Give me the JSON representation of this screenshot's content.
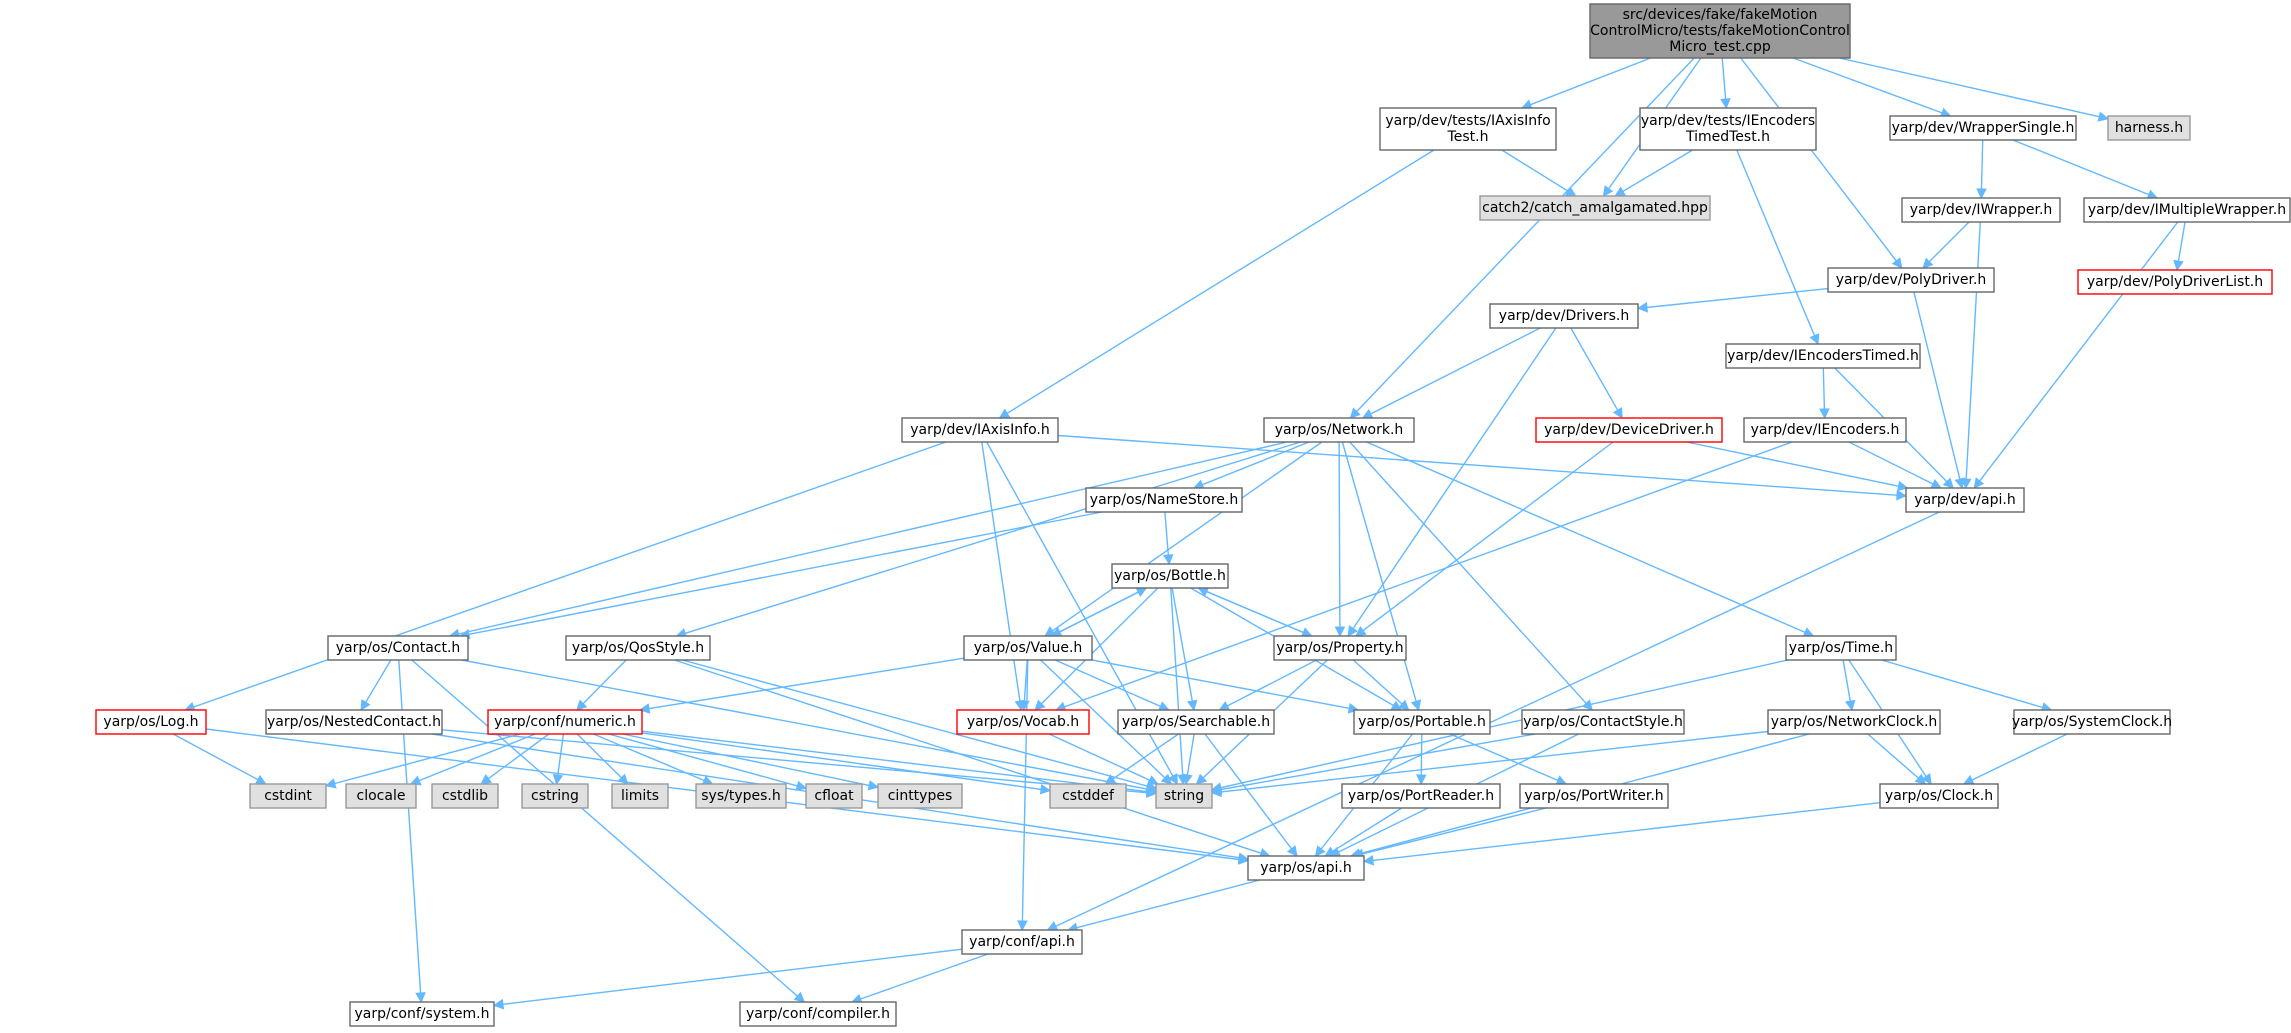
{
  "colors": {
    "root_fill": "#999999",
    "root_stroke": "#666666",
    "file_fill": "#ffffff",
    "file_stroke": "#666666",
    "error_fill": "#ffffff",
    "error_stroke": "#ff0000",
    "external_fill": "#e0e0e0",
    "external_stroke": "#999999",
    "edge": "#63b8ff",
    "text": "#000000"
  },
  "nodes": [
    {
      "id": "root",
      "kind": "root",
      "lines": [
        "src/devices/fake/fakeMotion",
        "ControlMicro/tests/fakeMotionControl",
        "Micro_test.cpp"
      ]
    },
    {
      "id": "iaxisinfo_test",
      "kind": "file",
      "lines": [
        "yarp/dev/tests/IAxisInfo",
        "Test.h"
      ]
    },
    {
      "id": "catch2",
      "kind": "external",
      "lines": [
        "catch2/catch_amalgamated.hpp"
      ]
    },
    {
      "id": "iencoderstimed_test",
      "kind": "file",
      "lines": [
        "yarp/dev/tests/IEncoders",
        "TimedTest.h"
      ]
    },
    {
      "id": "wrappersingle",
      "kind": "file",
      "lines": [
        "yarp/dev/WrapperSingle.h"
      ]
    },
    {
      "id": "harness",
      "kind": "external",
      "lines": [
        "harness.h"
      ]
    },
    {
      "id": "iwrapper",
      "kind": "file",
      "lines": [
        "yarp/dev/IWrapper.h"
      ]
    },
    {
      "id": "imultiplewrapper",
      "kind": "file",
      "lines": [
        "yarp/dev/IMultipleWrapper.h"
      ]
    },
    {
      "id": "polydriverlist",
      "kind": "error",
      "lines": [
        "yarp/dev/PolyDriverList.h"
      ]
    },
    {
      "id": "polydriver",
      "kind": "file",
      "lines": [
        "yarp/dev/PolyDriver.h"
      ]
    },
    {
      "id": "drivers",
      "kind": "file",
      "lines": [
        "yarp/dev/Drivers.h"
      ]
    },
    {
      "id": "iencoderstimed",
      "kind": "file",
      "lines": [
        "yarp/dev/IEncodersTimed.h"
      ]
    },
    {
      "id": "iaxisinfo",
      "kind": "file",
      "lines": [
        "yarp/dev/IAxisInfo.h"
      ]
    },
    {
      "id": "network",
      "kind": "file",
      "lines": [
        "yarp/os/Network.h"
      ]
    },
    {
      "id": "devicedriver",
      "kind": "error",
      "lines": [
        "yarp/dev/DeviceDriver.h"
      ]
    },
    {
      "id": "iencoders",
      "kind": "file",
      "lines": [
        "yarp/dev/IEncoders.h"
      ]
    },
    {
      "id": "devapi",
      "kind": "file",
      "lines": [
        "yarp/dev/api.h"
      ]
    },
    {
      "id": "namestore",
      "kind": "file",
      "lines": [
        "yarp/os/NameStore.h"
      ]
    },
    {
      "id": "bottle",
      "kind": "file",
      "lines": [
        "yarp/os/Bottle.h"
      ]
    },
    {
      "id": "contact",
      "kind": "file",
      "lines": [
        "yarp/os/Contact.h"
      ]
    },
    {
      "id": "qosstyle",
      "kind": "file",
      "lines": [
        "yarp/os/QosStyle.h"
      ]
    },
    {
      "id": "value",
      "kind": "file",
      "lines": [
        "yarp/os/Value.h"
      ]
    },
    {
      "id": "property",
      "kind": "file",
      "lines": [
        "yarp/os/Property.h"
      ]
    },
    {
      "id": "time",
      "kind": "file",
      "lines": [
        "yarp/os/Time.h"
      ]
    },
    {
      "id": "log",
      "kind": "error",
      "lines": [
        "yarp/os/Log.h"
      ]
    },
    {
      "id": "nestedcontact",
      "kind": "file",
      "lines": [
        "yarp/os/NestedContact.h"
      ]
    },
    {
      "id": "numeric",
      "kind": "error",
      "lines": [
        "yarp/conf/numeric.h"
      ]
    },
    {
      "id": "vocab",
      "kind": "error",
      "lines": [
        "yarp/os/Vocab.h"
      ]
    },
    {
      "id": "searchable",
      "kind": "file",
      "lines": [
        "yarp/os/Searchable.h"
      ]
    },
    {
      "id": "portable",
      "kind": "file",
      "lines": [
        "yarp/os/Portable.h"
      ]
    },
    {
      "id": "contactstyle",
      "kind": "file",
      "lines": [
        "yarp/os/ContactStyle.h"
      ]
    },
    {
      "id": "networkclock",
      "kind": "file",
      "lines": [
        "yarp/os/NetworkClock.h"
      ]
    },
    {
      "id": "systemclock",
      "kind": "file",
      "lines": [
        "yarp/os/SystemClock.h"
      ]
    },
    {
      "id": "cstdint",
      "kind": "external",
      "lines": [
        "cstdint"
      ]
    },
    {
      "id": "clocale",
      "kind": "external",
      "lines": [
        "clocale"
      ]
    },
    {
      "id": "cstdlib",
      "kind": "external",
      "lines": [
        "cstdlib"
      ]
    },
    {
      "id": "cstring",
      "kind": "external",
      "lines": [
        "cstring"
      ]
    },
    {
      "id": "limits",
      "kind": "external",
      "lines": [
        "limits"
      ]
    },
    {
      "id": "systypes",
      "kind": "external",
      "lines": [
        "sys/types.h"
      ]
    },
    {
      "id": "cfloat",
      "kind": "external",
      "lines": [
        "cfloat"
      ]
    },
    {
      "id": "cinttypes",
      "kind": "external",
      "lines": [
        "cinttypes"
      ]
    },
    {
      "id": "cstddef",
      "kind": "external",
      "lines": [
        "cstddef"
      ]
    },
    {
      "id": "string",
      "kind": "external",
      "lines": [
        "string"
      ]
    },
    {
      "id": "portreader",
      "kind": "file",
      "lines": [
        "yarp/os/PortReader.h"
      ]
    },
    {
      "id": "portwriter",
      "kind": "file",
      "lines": [
        "yarp/os/PortWriter.h"
      ]
    },
    {
      "id": "clock",
      "kind": "file",
      "lines": [
        "yarp/os/Clock.h"
      ]
    },
    {
      "id": "osapi",
      "kind": "file",
      "lines": [
        "yarp/os/api.h"
      ]
    },
    {
      "id": "confapi",
      "kind": "file",
      "lines": [
        "yarp/conf/api.h"
      ]
    },
    {
      "id": "system",
      "kind": "file",
      "lines": [
        "yarp/conf/system.h"
      ]
    },
    {
      "id": "compiler",
      "kind": "file",
      "lines": [
        "yarp/conf/compiler.h"
      ]
    }
  ],
  "edges": [
    [
      "root",
      "iaxisinfo_test"
    ],
    [
      "root",
      "catch2"
    ],
    [
      "root",
      "iencoderstimed_test"
    ],
    [
      "root",
      "wrappersingle"
    ],
    [
      "root",
      "harness"
    ],
    [
      "root",
      "network"
    ],
    [
      "root",
      "polydriver"
    ],
    [
      "iaxisinfo_test",
      "catch2"
    ],
    [
      "iaxisinfo_test",
      "iaxisinfo"
    ],
    [
      "iencoderstimed_test",
      "catch2"
    ],
    [
      "iencoderstimed_test",
      "iencoderstimed"
    ],
    [
      "wrappersingle",
      "iwrapper"
    ],
    [
      "wrappersingle",
      "imultiplewrapper"
    ],
    [
      "iwrapper",
      "polydriver"
    ],
    [
      "iwrapper",
      "devapi"
    ],
    [
      "imultiplewrapper",
      "polydriverlist"
    ],
    [
      "imultiplewrapper",
      "devapi"
    ],
    [
      "polydriver",
      "drivers"
    ],
    [
      "polydriver",
      "devapi"
    ],
    [
      "drivers",
      "network"
    ],
    [
      "drivers",
      "devicedriver"
    ],
    [
      "drivers",
      "property"
    ],
    [
      "iencoderstimed",
      "iencoders"
    ],
    [
      "iencoderstimed",
      "devapi"
    ],
    [
      "iencoders",
      "devapi"
    ],
    [
      "iencoders",
      "vocab"
    ],
    [
      "devicedriver",
      "devapi"
    ],
    [
      "devicedriver",
      "property"
    ],
    [
      "iaxisinfo",
      "devapi"
    ],
    [
      "iaxisinfo",
      "log"
    ],
    [
      "iaxisinfo",
      "vocab"
    ],
    [
      "iaxisinfo",
      "string"
    ],
    [
      "devapi",
      "confapi"
    ],
    [
      "network",
      "contact"
    ],
    [
      "network",
      "namestore"
    ],
    [
      "network",
      "qosstyle"
    ],
    [
      "network",
      "value"
    ],
    [
      "network",
      "property"
    ],
    [
      "network",
      "portable"
    ],
    [
      "network",
      "contactstyle"
    ],
    [
      "network",
      "time"
    ],
    [
      "namestore",
      "contact"
    ],
    [
      "namestore",
      "bottle"
    ],
    [
      "bottle",
      "value"
    ],
    [
      "bottle",
      "property"
    ],
    [
      "bottle",
      "vocab"
    ],
    [
      "bottle",
      "searchable"
    ],
    [
      "bottle",
      "portable"
    ],
    [
      "bottle",
      "string"
    ],
    [
      "property",
      "bottle"
    ],
    [
      "property",
      "searchable"
    ],
    [
      "property",
      "portable"
    ],
    [
      "property",
      "string"
    ],
    [
      "value",
      "bottle"
    ],
    [
      "value",
      "numeric"
    ],
    [
      "value",
      "vocab"
    ],
    [
      "value",
      "searchable"
    ],
    [
      "value",
      "portable"
    ],
    [
      "value",
      "string"
    ],
    [
      "value",
      "confapi"
    ],
    [
      "contact",
      "nestedcontact"
    ],
    [
      "contact",
      "string"
    ],
    [
      "contact",
      "system"
    ],
    [
      "contact",
      "compiler"
    ],
    [
      "qosstyle",
      "numeric"
    ],
    [
      "qosstyle",
      "string"
    ],
    [
      "qosstyle",
      "osapi"
    ],
    [
      "log",
      "cstdint"
    ],
    [
      "log",
      "osapi"
    ],
    [
      "nestedcontact",
      "string"
    ],
    [
      "nestedcontact",
      "osapi"
    ],
    [
      "numeric",
      "cstdint"
    ],
    [
      "numeric",
      "clocale"
    ],
    [
      "numeric",
      "cstdlib"
    ],
    [
      "numeric",
      "cstring"
    ],
    [
      "numeric",
      "limits"
    ],
    [
      "numeric",
      "systypes"
    ],
    [
      "numeric",
      "cfloat"
    ],
    [
      "numeric",
      "cinttypes"
    ],
    [
      "numeric",
      "cstddef"
    ],
    [
      "numeric",
      "string"
    ],
    [
      "vocab",
      "string"
    ],
    [
      "searchable",
      "string"
    ],
    [
      "searchable",
      "osapi"
    ],
    [
      "searchable",
      "cstddef"
    ],
    [
      "portable",
      "portreader"
    ],
    [
      "portable",
      "portwriter"
    ],
    [
      "portable",
      "osapi"
    ],
    [
      "contactstyle",
      "string"
    ],
    [
      "contactstyle",
      "osapi"
    ],
    [
      "time",
      "networkclock"
    ],
    [
      "time",
      "systemclock"
    ],
    [
      "time",
      "clock"
    ],
    [
      "time",
      "string"
    ],
    [
      "networkclock",
      "clock"
    ],
    [
      "networkclock",
      "string"
    ],
    [
      "networkclock",
      "osapi"
    ],
    [
      "systemclock",
      "clock"
    ],
    [
      "clock",
      "osapi"
    ],
    [
      "portreader",
      "osapi"
    ],
    [
      "portwriter",
      "osapi"
    ],
    [
      "osapi",
      "confapi"
    ],
    [
      "confapi",
      "system"
    ],
    [
      "confapi",
      "compiler"
    ]
  ]
}
